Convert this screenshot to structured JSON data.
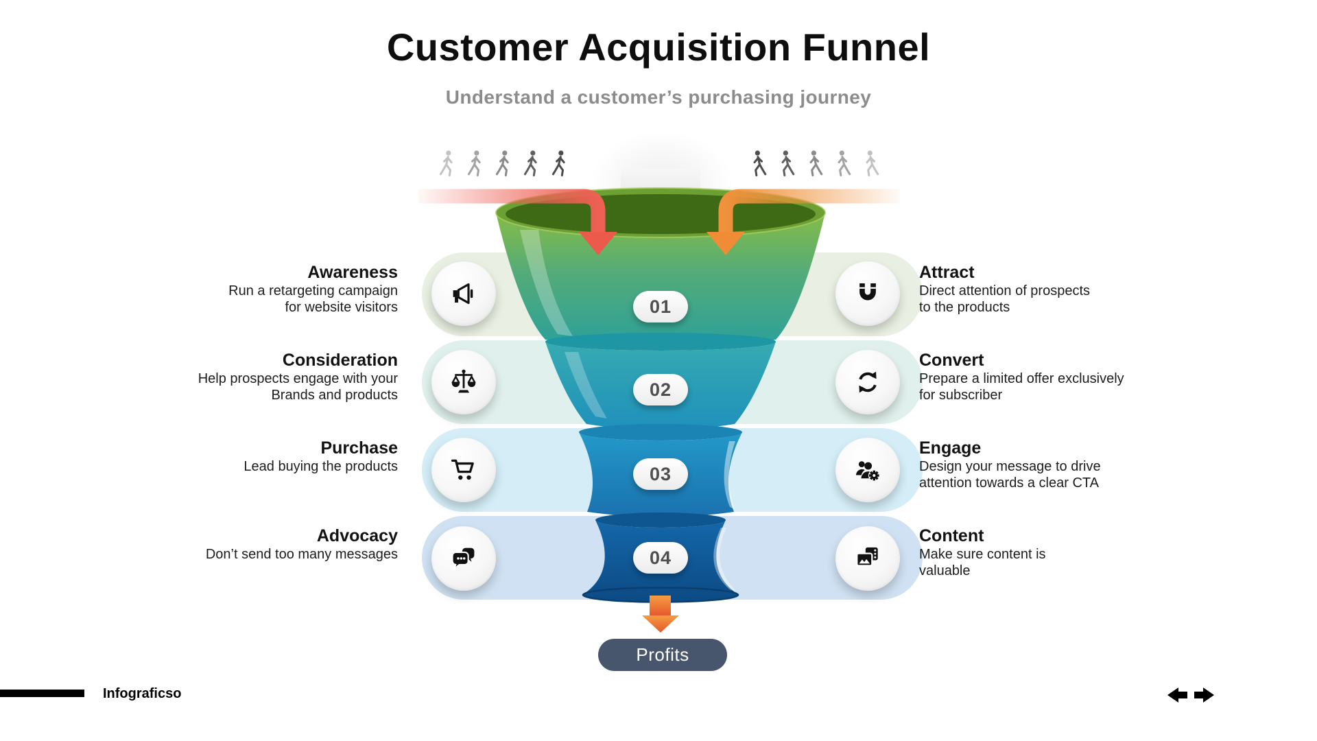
{
  "header": {
    "title": "Customer Acquisition Funnel",
    "subtitle": "Understand a customer’s purchasing journey"
  },
  "left_stages": [
    {
      "title": "Awareness",
      "lines": [
        "Run a retargeting campaign",
        "for website visitors"
      ],
      "icon": "megaphone-icon"
    },
    {
      "title": "Consideration",
      "lines": [
        "Help prospects engage with your",
        "Brands and products"
      ],
      "icon": "scales-icon"
    },
    {
      "title": "Purchase",
      "lines": [
        "Lead buying the products"
      ],
      "icon": "shopping-cart-icon"
    },
    {
      "title": "Advocacy",
      "lines": [
        "Don’t send too many messages"
      ],
      "icon": "chat-bubbles-icon"
    }
  ],
  "right_stages": [
    {
      "title": "Attract",
      "lines": [
        "Direct attention of prospects",
        "to the products"
      ],
      "icon": "magnet-icon"
    },
    {
      "title": "Convert",
      "lines": [
        "Prepare a limited offer exclusively",
        "for subscriber"
      ],
      "icon": "sync-arrows-icon"
    },
    {
      "title": "Engage",
      "lines": [
        "Design your message to drive",
        "attention towards a clear CTA"
      ],
      "icon": "users-gear-icon"
    },
    {
      "title": "Content",
      "lines": [
        "Make sure content is",
        "valuable"
      ],
      "icon": "media-photo-icon"
    }
  ],
  "funnel": {
    "levels": [
      "01",
      "02",
      "03",
      "04"
    ],
    "result_label": "Profits"
  },
  "footer": {
    "brand": "Infograficso"
  },
  "colors": {
    "funnel_green": "#7ab648",
    "funnel_teal": "#29a4ad",
    "funnel_blue": "#1f8cc3",
    "funnel_dark_blue": "#0d4c85",
    "arrow_red": "#ee5f50",
    "arrow_orange": "#f0913c",
    "profits_bg": "#47566c",
    "band_green": "#e9efe2",
    "band_teal": "#e0f0ec",
    "band_cyan": "#d4edf7",
    "band_blue": "#cfe1f2"
  }
}
